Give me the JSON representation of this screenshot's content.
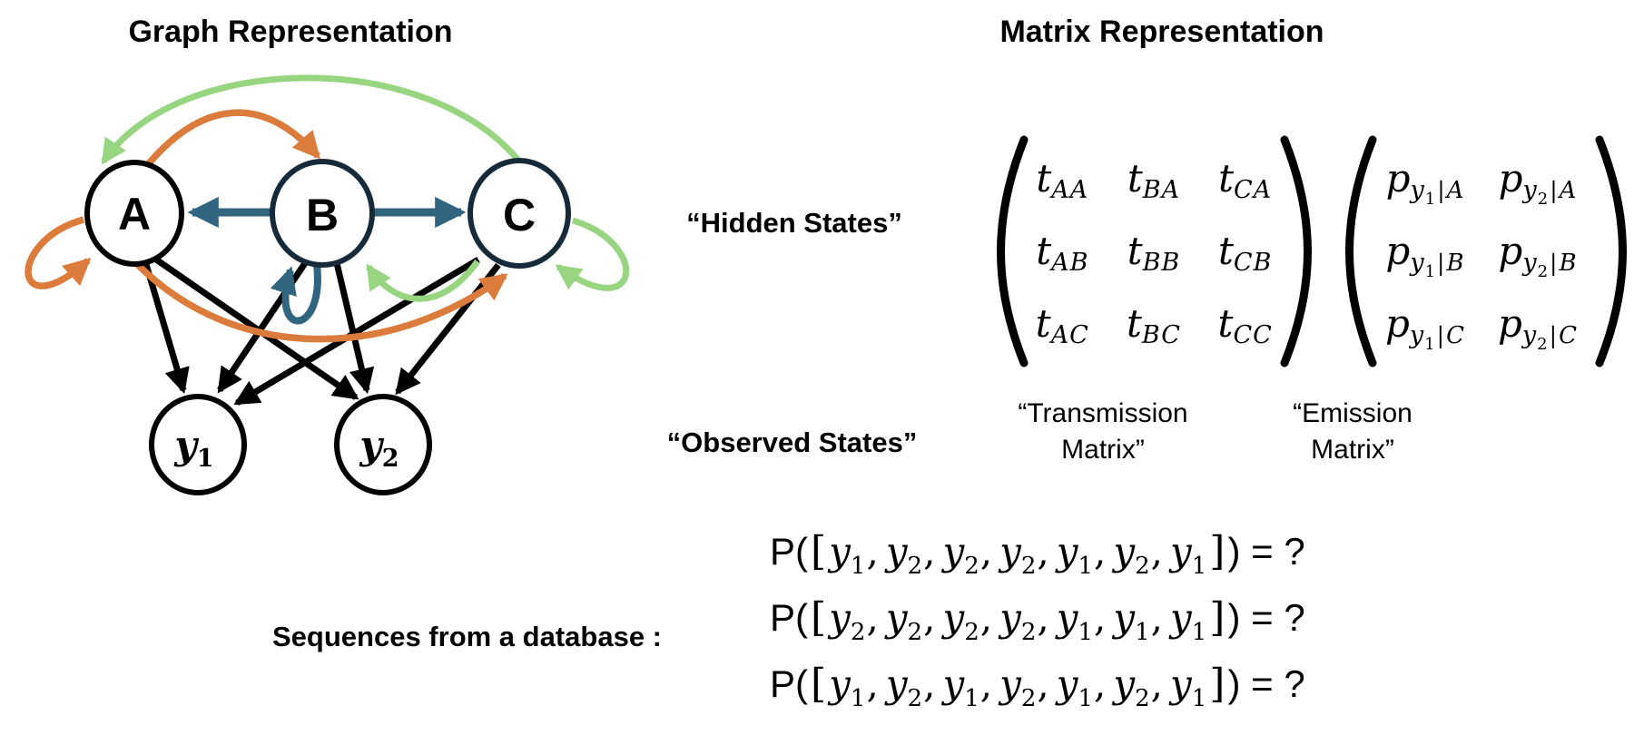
{
  "titles": {
    "graph": "Graph Representation",
    "matrix": "Matrix Representation"
  },
  "graph": {
    "hidden_nodes": [
      {
        "id": "A",
        "label": "A"
      },
      {
        "id": "B",
        "label": "B"
      },
      {
        "id": "C",
        "label": "C"
      }
    ],
    "observed_nodes": [
      {
        "id": "y1",
        "base": "y",
        "sub": "1"
      },
      {
        "id": "y2",
        "base": "y",
        "sub": "2"
      }
    ],
    "colors": {
      "orange": "#DC7C3C",
      "green": "#97D581",
      "blue": "#30647F",
      "black": "#000000",
      "node_outline_dark": "#172A3A"
    }
  },
  "labels": {
    "hidden_states": "“Hidden States”",
    "observed_states": "“Observed States”",
    "transmission_caption": [
      "“Transmission",
      "Matrix”"
    ],
    "emission_caption": [
      "“Emission",
      "Matrix”"
    ]
  },
  "transmission_matrix": {
    "symbol": "t",
    "cells": [
      [
        "AA",
        "BA",
        "CA"
      ],
      [
        "AB",
        "BB",
        "CB"
      ],
      [
        "AC",
        "BC",
        "CC"
      ]
    ]
  },
  "emission_matrix": {
    "symbol": "p",
    "cells": [
      [
        {
          "y": "1",
          "given": "A"
        },
        {
          "y": "2",
          "given": "A"
        }
      ],
      [
        {
          "y": "1",
          "given": "B"
        },
        {
          "y": "2",
          "given": "B"
        }
      ],
      [
        {
          "y": "1",
          "given": "C"
        },
        {
          "y": "2",
          "given": "C"
        }
      ]
    ]
  },
  "sequences": {
    "label": "Sequences from a database :",
    "var_base": "y",
    "prob_prefix": "P(",
    "open_bracket": "[",
    "close_bracket": "]",
    "suffix": ") = ?",
    "items": [
      [
        "1",
        "2",
        "2",
        "2",
        "1",
        "2",
        "1"
      ],
      [
        "2",
        "2",
        "2",
        "2",
        "1",
        "1",
        "1"
      ],
      [
        "1",
        "2",
        "1",
        "2",
        "1",
        "2",
        "1"
      ]
    ]
  }
}
